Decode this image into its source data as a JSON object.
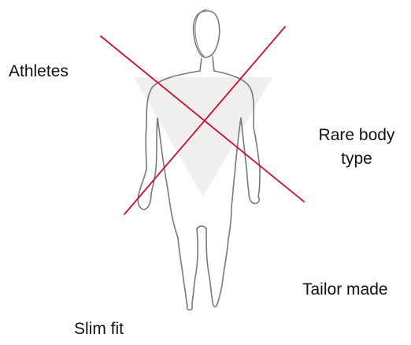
{
  "labels": {
    "athletes": "Athletes",
    "rare_body_type": "Rare body type",
    "tailor_made": "Tailor made",
    "slim_fit": "Slim fit"
  },
  "colors": {
    "figure_outline": "#6b6b6b",
    "triangle_fill": "#f0efed",
    "cross": "#c8102e",
    "text": "#111111"
  }
}
